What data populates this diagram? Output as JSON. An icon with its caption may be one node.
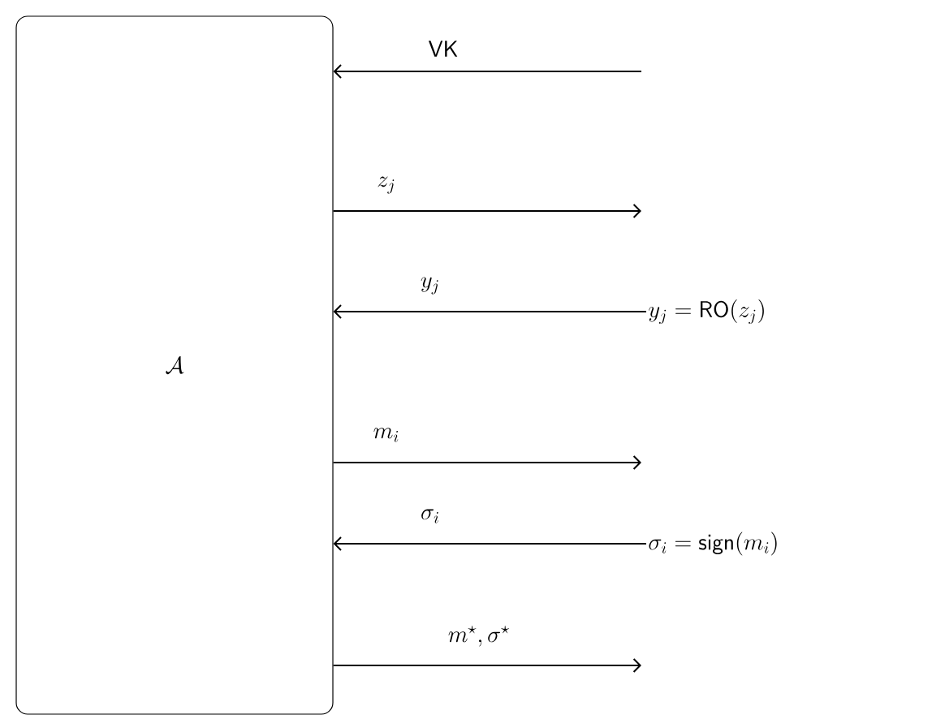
{
  "diagram": {
    "nodes": [
      {
        "text": [
          "\\mathcal{A}"
        ]
      },
      {
        "text": [
          "y_j = \\mathsf{RO}(z_j)"
        ]
      },
      {
        "text": [
          "\\sigma_i = \\mathsf{sign}(m_i)"
        ]
      }
    ],
    "edges": [
      {
        "from": null,
        "to": 0,
        "arrow": "to",
        "label": "\\mathsf{VK}"
      },
      {
        "from": 0,
        "to": null,
        "arrow": "to",
        "label": "z_j"
      },
      {
        "from": 1,
        "to": 0,
        "arrow": "to",
        "label": "y_j"
      },
      {
        "from": 0,
        "to": null,
        "arrow": "to",
        "label": "m_i"
      },
      {
        "from": 2,
        "to": 0,
        "arrow": "to",
        "label": "\\sigma_i"
      },
      {
        "from": 0,
        "to": null,
        "arrow": "to",
        "label": "m^\\star, \\sigma^\\star"
      }
    ]
  }
}
